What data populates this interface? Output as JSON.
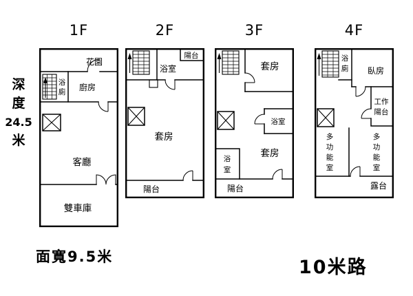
{
  "labels": {
    "depth": [
      "深",
      "度",
      "24.5",
      "米"
    ],
    "width": "面寬9.5米",
    "road": "10米路"
  },
  "floors": [
    {
      "title": "1F",
      "rooms": {
        "garden": "花園",
        "bath": [
          "浴",
          "廁"
        ],
        "kitchen": "廚房",
        "living": "客廳",
        "garage": "雙車庫"
      }
    },
    {
      "title": "2F",
      "rooms": {
        "balcony_top": "陽台",
        "bath": "浴室",
        "suite": "套房",
        "balcony_bottom": "陽台"
      }
    },
    {
      "title": "3F",
      "rooms": {
        "suite_top": "套房",
        "bath_right": "浴室",
        "suite_mid": "套房",
        "bath_left": [
          "浴",
          "室"
        ],
        "balcony": "陽台"
      }
    },
    {
      "title": "4F",
      "rooms": {
        "bath": [
          "浴",
          "廁"
        ],
        "bedroom": "臥房",
        "work_balcony": [
          "工作",
          "陽台"
        ],
        "multi_left": [
          "多",
          "功",
          "能",
          "室"
        ],
        "multi_right": [
          "多",
          "功",
          "能",
          "室"
        ],
        "terrace": "露台"
      }
    }
  ]
}
